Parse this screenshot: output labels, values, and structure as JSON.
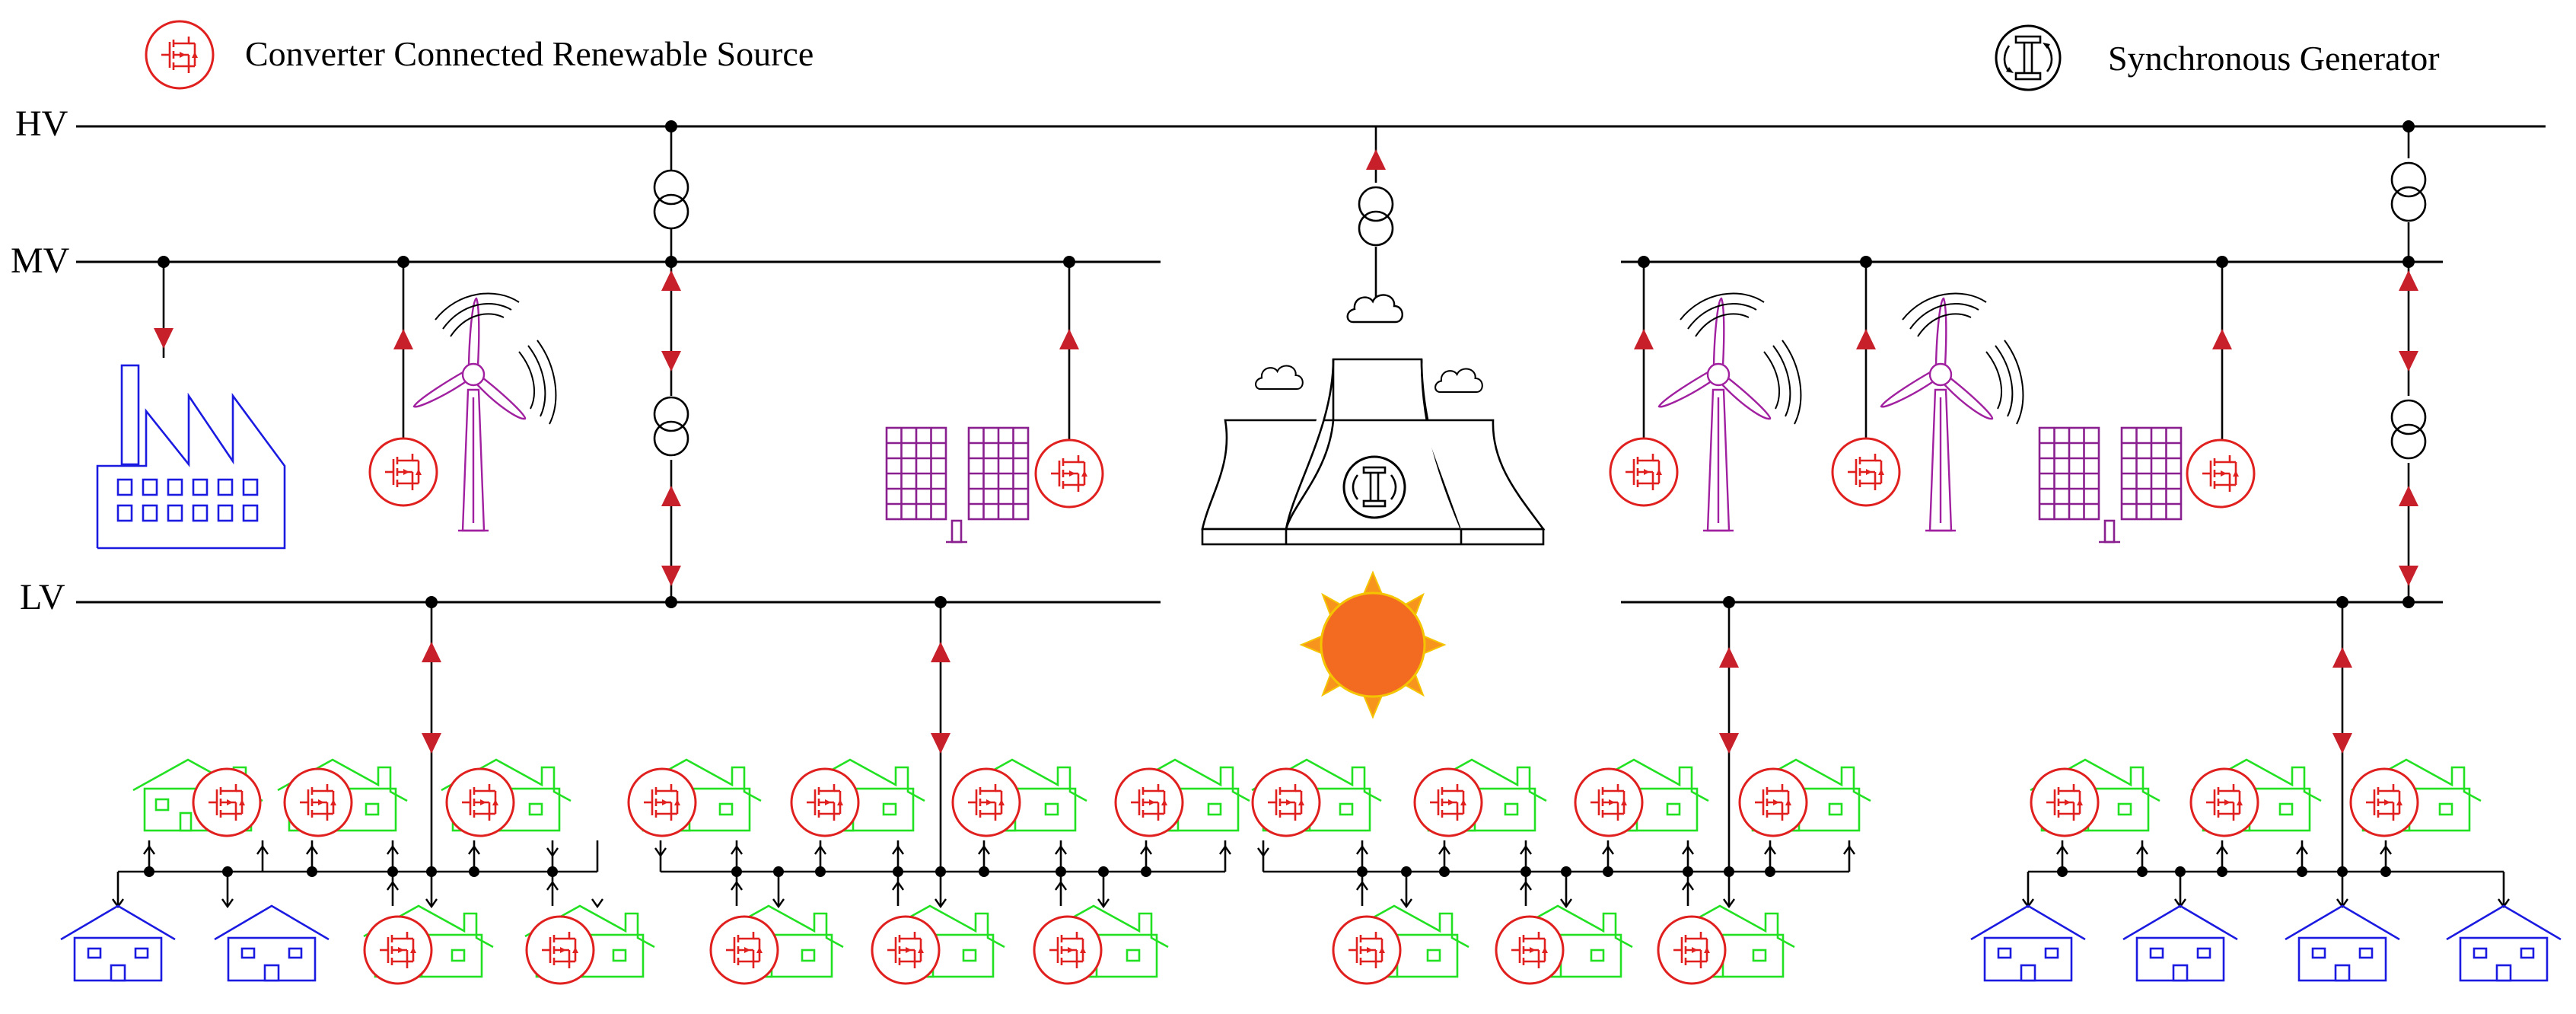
{
  "legend": {
    "converter_label": "Converter Connected Renewable Source",
    "generator_label": "Synchronous Generator"
  },
  "buses": {
    "hv": "HV",
    "mv": "MV",
    "lv": "LV"
  },
  "icons": [
    "converter-icon",
    "synchronous-generator-icon",
    "transformer-icon",
    "factory-icon",
    "wind-turbine-icon",
    "solar-panel-icon",
    "power-plant-icon",
    "sun-icon",
    "house-icon",
    "cloud-icon"
  ],
  "colors": {
    "converter": "#e0201e",
    "arrow": "#c8202a",
    "prosumer_house": "#22e022",
    "consumer_house": "#1a1ae0",
    "factory": "#1a1ae0",
    "wind_turbine": "#a020a0",
    "solar_panel": "#8a1f8f",
    "sun_core": "#f26b21",
    "sun_rays": "#f7941d",
    "sun_outline": "#f5c400",
    "lines": "#000000"
  }
}
